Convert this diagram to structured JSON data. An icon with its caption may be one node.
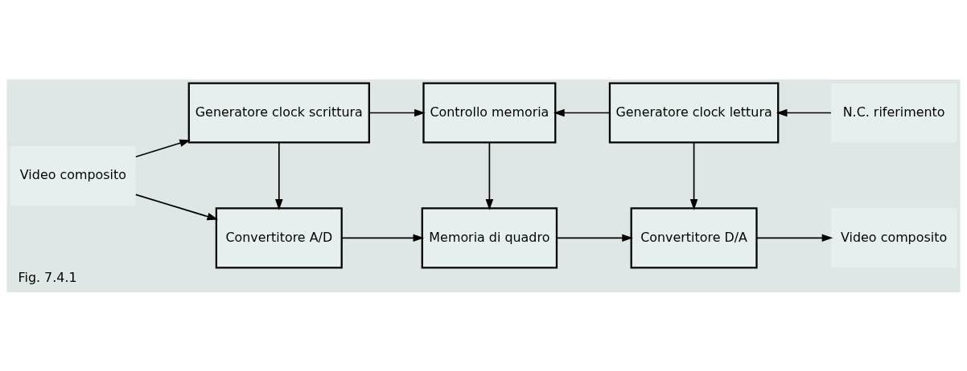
{
  "diagram": {
    "caption": "Fig. 7.4.1",
    "nodes": [
      {
        "text": [
          "Video composito"
        ]
      },
      {
        "text": [
          "Convertitore A/D"
        ]
      },
      {
        "text": [
          "Memoria di quadro"
        ]
      },
      {
        "text": [
          "Convertitore D/A"
        ]
      },
      {
        "text": [
          "Video composito"
        ]
      },
      {
        "text": [
          "Generatore clock scrittura"
        ]
      },
      {
        "text": [
          "Controllo memoria"
        ]
      },
      {
        "text": [
          "Generatore clock lettura"
        ]
      },
      {
        "text": [
          "N.C. riferimento"
        ]
      }
    ],
    "edges": [
      {
        "from": 0,
        "to": 1,
        "arrow": "to"
      },
      {
        "from": 0,
        "to": 5,
        "arrow": "to"
      },
      {
        "from": 1,
        "to": 2,
        "arrow": "to"
      },
      {
        "from": 2,
        "to": 3,
        "arrow": "to"
      },
      {
        "from": 3,
        "to": 4,
        "arrow": "to"
      },
      {
        "from": 5,
        "to": 1,
        "arrow": "to"
      },
      {
        "from": 5,
        "to": 6,
        "arrow": "to"
      },
      {
        "from": 6,
        "to": 2,
        "arrow": "to"
      },
      {
        "from": 7,
        "to": 6,
        "arrow": "to"
      },
      {
        "from": 7,
        "to": 3,
        "arrow": "to"
      },
      {
        "from": 8,
        "to": 7,
        "arrow": "to"
      }
    ]
  }
}
